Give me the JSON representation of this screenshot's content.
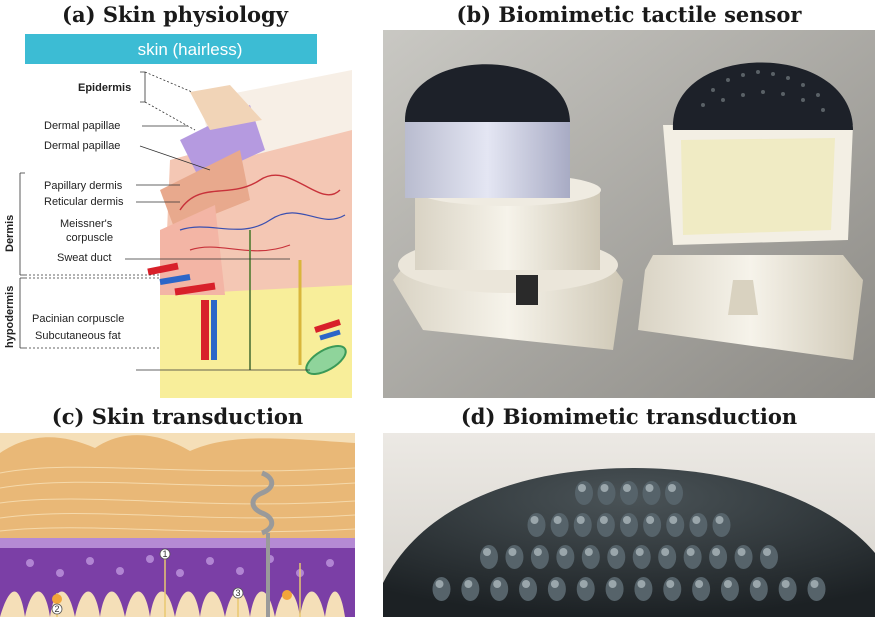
{
  "panels": {
    "a": {
      "caption": "(a) Skin physiology",
      "banner": "skin (hairless)",
      "labels": {
        "epidermis": "Epidermis",
        "dermal_papillae_1": "Dermal papillae",
        "dermal_papillae_2": "Dermal papillae",
        "papillary_dermis": "Papillary dermis",
        "reticular_dermis": "Reticular dermis",
        "meissner_line1": "Meissner's",
        "meissner_line2": "corpuscle",
        "sweat_duct": "Sweat duct",
        "pacinian": "Pacinian corpuscle",
        "subcutaneous_fat": "Subcutaneous fat",
        "dermis": "Dermis",
        "hypodermis": "hypodermis"
      }
    },
    "b": {
      "caption": "(b) Biomimetic tactile sensor"
    },
    "c": {
      "caption": "(c) Skin transduction",
      "markers": [
        "1",
        "2",
        "3"
      ]
    },
    "d": {
      "caption": "(d) Biomimetic transduction"
    }
  },
  "colors": {
    "banner": "#3cbcd4",
    "epidermis": "#b59ae0",
    "dermis": "#f4c7b4",
    "fat": "#f8ee9a",
    "artery": "#d8202a",
    "vein": "#2c66c8",
    "sensor_cap": "#1d2129",
    "sensor_body": "#f3efe4",
    "skin_purple": "#7b3fa6",
    "skin_collagen": "#e9b877",
    "pin_dark": "#3c464a"
  }
}
